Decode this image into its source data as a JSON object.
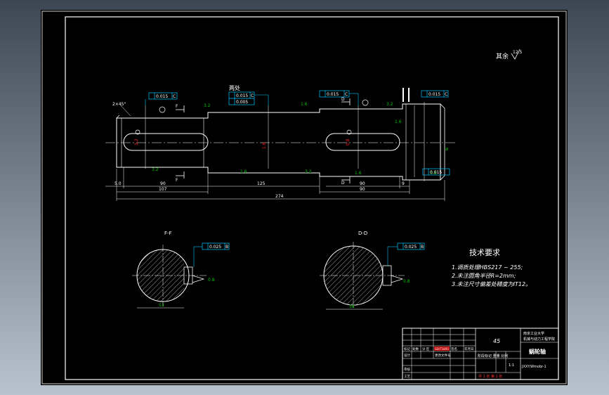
{
  "colors": {
    "background": "#000000",
    "line": "#ffffff",
    "dimension": "#00c000",
    "datum": "#00c8ff",
    "center_mark": "#ff2020",
    "title_red": "#ff0000",
    "chrome_top": "#3d4654",
    "chrome_bottom": "#b9c2cf"
  },
  "surface_note": "其余",
  "surface_roughness": "12.5",
  "section_label_top": "两处",
  "chamfer_note": "2×45°",
  "tolerance_frames": {
    "left_runout": "0.015",
    "mid_runout_a": "0.015",
    "mid_runout_b": "0.005",
    "right_runout": "0.015",
    "right_flatness": "0.015",
    "far_right": "0.015"
  },
  "datum_letters": {
    "left": "C",
    "mid": "C",
    "right": "C",
    "far_right": "C"
  },
  "dimensions": {
    "d1": "5.0",
    "d2": "90",
    "d3": "107",
    "d4": "125",
    "d5": "90",
    "d6": "9",
    "overall": "274",
    "sec_f_width": "53",
    "sec_d_width": "58"
  },
  "roughness_values": {
    "r1": "3.2",
    "r2": "1.6",
    "r3": "0.8",
    "r4": "3.2",
    "r5": "1.6"
  },
  "section_f": {
    "title": "F-F",
    "tolerance": "0.025",
    "datum": "B"
  },
  "section_d": {
    "title": "D-D",
    "tolerance": "0.025",
    "datum": "B"
  },
  "tech_requirements": {
    "title": "技术要求",
    "items": [
      "1.调质处理HBS217 ~ 255;",
      "2.未注圆角半径R=2mm;",
      "3.未注尺寸偏差处精度为IT12。"
    ]
  },
  "title_block": {
    "material": "45",
    "school_line1": "南京工业大学",
    "school_line2": "机械与动力工程学院",
    "part_name": "蜗轮轴",
    "red_label": "GB/T1800",
    "drawing_no": "JXXY.Wmobr-1",
    "stage_row": "阶段标记 重量 比例",
    "scale": "1:1",
    "sheet_row": "共 1 张 第 1 张",
    "row_labels": [
      "标记",
      "处数",
      "分 区",
      "更改文件号",
      "签名",
      "年月日"
    ],
    "left_labels": [
      "设计",
      "审核",
      "工艺"
    ]
  }
}
